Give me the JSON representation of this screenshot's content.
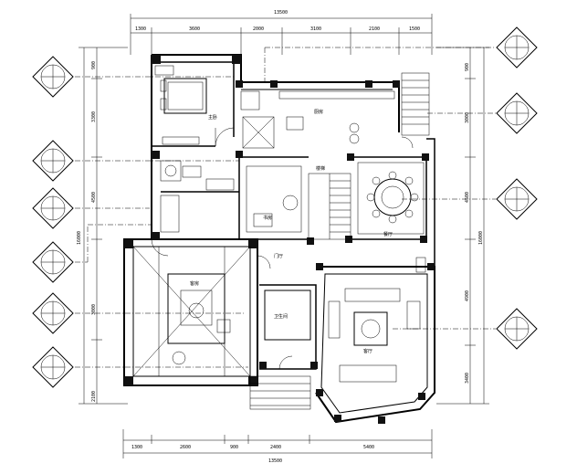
{
  "dimensions": {
    "top_overall": "13500",
    "top_segments": [
      "1300",
      "3600",
      "2000",
      "3100",
      "2100",
      "1500"
    ],
    "bottom_overall": "13500",
    "bottom_segments": [
      "1300",
      "2600",
      "900",
      "2400",
      "5400"
    ],
    "left_overall": "16000",
    "left_segments": [
      "900",
      "3300",
      "4500",
      "3000",
      "2100"
    ],
    "right_overall": "16000",
    "right_segments": [
      "900",
      "3000",
      "4500",
      "4900",
      "3400"
    ]
  },
  "rooms": {
    "bedroom": "主卧",
    "kitchen": "厨房",
    "study": "书房",
    "dining": "餐厅",
    "stair": "楼梯",
    "entrance": "门厅",
    "living": "客厅",
    "guest": "客房",
    "toilet": "卫生间"
  },
  "colors": {
    "lines": "#000000",
    "background": "#ffffff"
  }
}
